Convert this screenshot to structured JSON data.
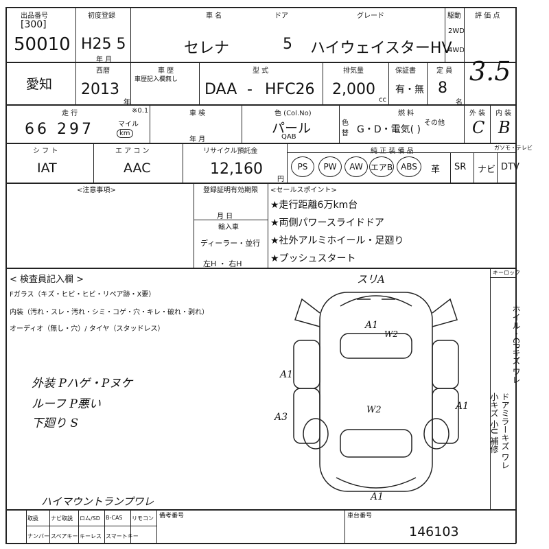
{
  "top": {
    "auction_no_label": "出品番号",
    "region_code": "[300]",
    "lot_no": "50010",
    "first_reg_label": "初度登録",
    "first_reg": "H25 5",
    "first_reg_units": "年  月",
    "model_name_label": "車  名",
    "model_name": "セレナ",
    "doors_label": "ドア",
    "doors": "5",
    "grade_label": "グレード",
    "grade": "ハイウェイスターHV",
    "drive_label": "駆動",
    "drive_2wd": "2WD",
    "drive_4wd": "4WD",
    "score_label": "評 価 点",
    "score": "3.5"
  },
  "row2": {
    "maker": "愛知",
    "year_label": "西暦",
    "year": "2013",
    "year_unit": "年",
    "inspection_label": "車 歴",
    "inspection_sub": "車歴記入欄無し",
    "type_label": "型 式",
    "type_prefix": "DAA",
    "type_dash": "-",
    "type_code": "HFC26",
    "displacement_label": "排気量",
    "displacement": "2,000",
    "displacement_unit": "cc",
    "warranty_label": "保証書",
    "warranty": "有・無",
    "capacity_label": "定 員",
    "capacity": "8",
    "capacity_unit": "名"
  },
  "row3": {
    "mileage_label": "走 行",
    "mileage_unit_label": "※0.1",
    "mileage": "66 297",
    "mileage_unit": "km",
    "miles_label": "マイル",
    "shaken_label": "車 検",
    "shaken_units": "年     月",
    "color_label": "色 (Col.No)",
    "color": "パール",
    "color_code": "QAB",
    "color_change_label": "色替",
    "fuel_label": "燃 料",
    "fuel": "G・D・電気(        )",
    "fuel_other": "その他",
    "exterior_label": "外 装",
    "exterior": "C",
    "interior_label": "内 装",
    "interior": "B"
  },
  "row4": {
    "shift_label": "シ フ ト",
    "shift": "IAT",
    "ac_label": "エ ア コ ン",
    "ac": "AAC",
    "recycle_label": "リサイクル預託金",
    "recycle": "12,160",
    "recycle_unit": "円",
    "equipment_label": "純 正 装 備 品",
    "equipment": [
      "PS",
      "PW",
      "AW",
      "エアB",
      "ABS",
      "革",
      "SR",
      "ナビ",
      "DTV"
    ],
    "tv_label": "ガソモ・テレビ"
  },
  "row5": {
    "notes_label": "<注意事項>",
    "reg_expiry_label": "登録証明有効期限",
    "reg_expiry_units": "月     日",
    "import_label": "輸入車",
    "import_value": "ディーラー・並行",
    "steering": "左H ・ 右H",
    "sales_label": "<セールスポイント>",
    "sales_points": [
      "★走行距離6万km台",
      "★両側パワースライドドア",
      "★社外アルミホイール・足廻り",
      "★プッシュスタート"
    ]
  },
  "inspector": {
    "header": "< 検査員記入欄 >",
    "line1": "Fガラス（キズ・ヒビ・ヒビ・リペア跡・X要）",
    "line2": "内装（汚れ・スレ・汚れ・シミ・コゲ・穴・キレ・破れ・剥れ）",
    "line3": "オーディオ（無し・穴）/ タイヤ（スタッドレス）",
    "hand_notes": [
      "外装 Pハゲ・Pヌケ",
      "ルーフ P悪い",
      "下廻り S"
    ],
    "bottom_note": "ハイマウントランプワレ",
    "keyless_label": "キーロック",
    "vertical_note_1": "ホイル・CPキズ ワレ",
    "vertical_note_2": "ドアミラーキズ ワレ",
    "vertical_note_3": "小キズ 小U 補修",
    "diagram_marks": [
      "スリA",
      "A1",
      "W2",
      "A1",
      "A3",
      "W2",
      "A1",
      "A1"
    ]
  },
  "footer": {
    "cells_row1": [
      "取扱",
      "ナビ取説",
      "ロム/SD",
      "B-CAS",
      "リモコン"
    ],
    "cells_row2": [
      "ナンバー",
      "スペアキー",
      "キーレス",
      "スマートキー"
    ],
    "remarks_label": "備考番号",
    "chassis_label": "車台番号",
    "chassis": "146103"
  }
}
